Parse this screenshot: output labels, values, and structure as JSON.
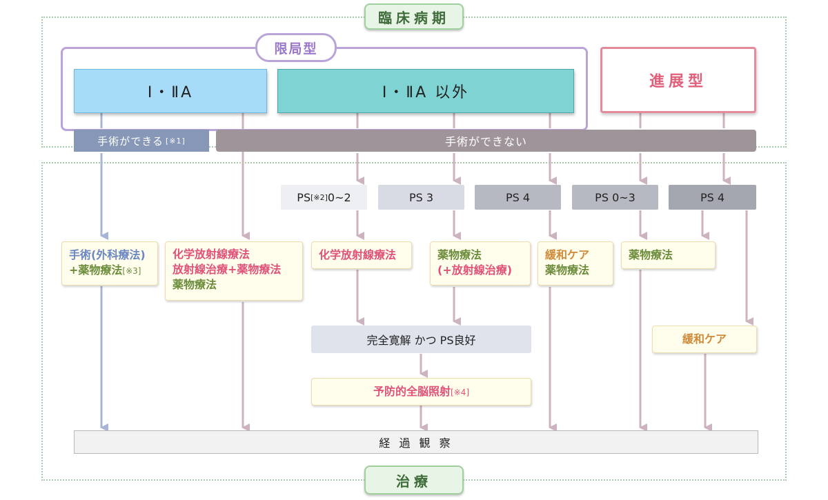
{
  "labels": {
    "clinical_stage": "臨床病期",
    "treatment": "治療",
    "limited": "限局型",
    "extensive": "進展型",
    "stage_1_2a": "Ⅰ・ⅡA",
    "stage_other": "Ⅰ・ⅡA 以外"
  },
  "bars": {
    "operable": "手術ができる",
    "operable_note": "[※1]",
    "inoperable": "手術ができない"
  },
  "ps": [
    {
      "text": "PS",
      "note": "[※2]",
      "suffix": "0~2"
    },
    {
      "text": "PS 3"
    },
    {
      "text": "PS 4"
    },
    {
      "text": "PS 0~3"
    },
    {
      "text": "PS 4"
    }
  ],
  "treatments": {
    "surgery_line1": "手術(外科療法)",
    "surgery_line2": "+薬物療法",
    "surgery_note": "[※3]",
    "combo_line1": "化学放射線療法",
    "combo_line2": "放射線治療+薬物療法",
    "combo_line3": "薬物療法",
    "chemoradiation": "化学放射線療法",
    "drug_line1": "薬物療法",
    "drug_line2": "(+放射線治療)",
    "palliative_line1": "緩和ケア",
    "palliative_line2": "薬物療法",
    "drug_ext": "薬物療法",
    "palliative_ext": "緩和ケア"
  },
  "remission": "完全寛解 かつ PS良好",
  "pci": "予防的全脳照射",
  "pci_note": "[※4]",
  "follow_up": "経 過 観 察",
  "colors": {
    "frame_dotted": "#a7c9ad",
    "limited_border": "#b9a3d8",
    "extensive_border": "#e58a9a",
    "stage12a_fill": "#a6dcf8",
    "stage_other_fill": "#7fd3d3",
    "bar_operable": "#8797b8",
    "bar_inoperable": "#9f9499",
    "arrow_blue": "#a8b4d8",
    "arrow_pink": "#cdb3bf"
  }
}
